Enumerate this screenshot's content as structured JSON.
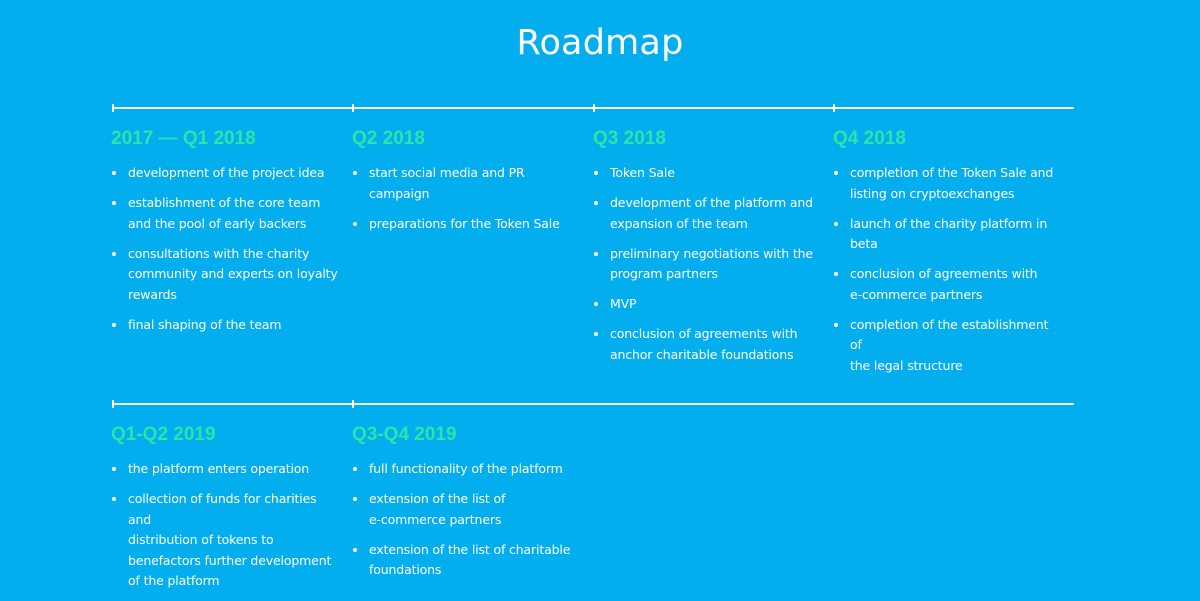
{
  "page": {
    "title": "Roadmap"
  },
  "colors": {
    "background": "#03aeef",
    "period_heading": "#2de4a8",
    "text": "#ffffff"
  },
  "rows": [
    {
      "columns": [
        {
          "period": "2017 — Q1 2018",
          "items": [
            "development of the project idea",
            "establishment of the core team\nand the pool of early backers",
            "consultations with the charity\ncommunity and experts on loyalty\nrewards",
            "final shaping of the team"
          ]
        },
        {
          "period": "Q2 2018",
          "items": [
            "start social media and PR\ncampaign",
            "preparations for the Token Sale"
          ]
        },
        {
          "period": "Q3 2018",
          "items": [
            "Token Sale",
            "development of the platform and\nexpansion of the team",
            "preliminary negotiations with the\nprogram partners",
            "MVP",
            "conclusion of agreements with\nanchor charitable foundations"
          ]
        },
        {
          "period": "Q4 2018",
          "items": [
            "completion of the Token Sale and\nlisting on cryptoexchanges",
            "launch of the charity platform in\nbeta",
            "conclusion of agreements with\ne-commerce partners",
            "completion of the establishment of\nthe legal structure"
          ]
        }
      ]
    },
    {
      "columns": [
        {
          "period": "Q1-Q2 2019",
          "items": [
            "the platform enters operation",
            "collection of funds for charities and\ndistribution of tokens to\nbenefactors further development\nof the platform"
          ]
        },
        {
          "period": "Q3-Q4 2019",
          "items": [
            "full functionality of the platform",
            "extension of the list of\ne-commerce partners",
            "extension of the list of  charitable\nfoundations"
          ]
        }
      ]
    }
  ]
}
